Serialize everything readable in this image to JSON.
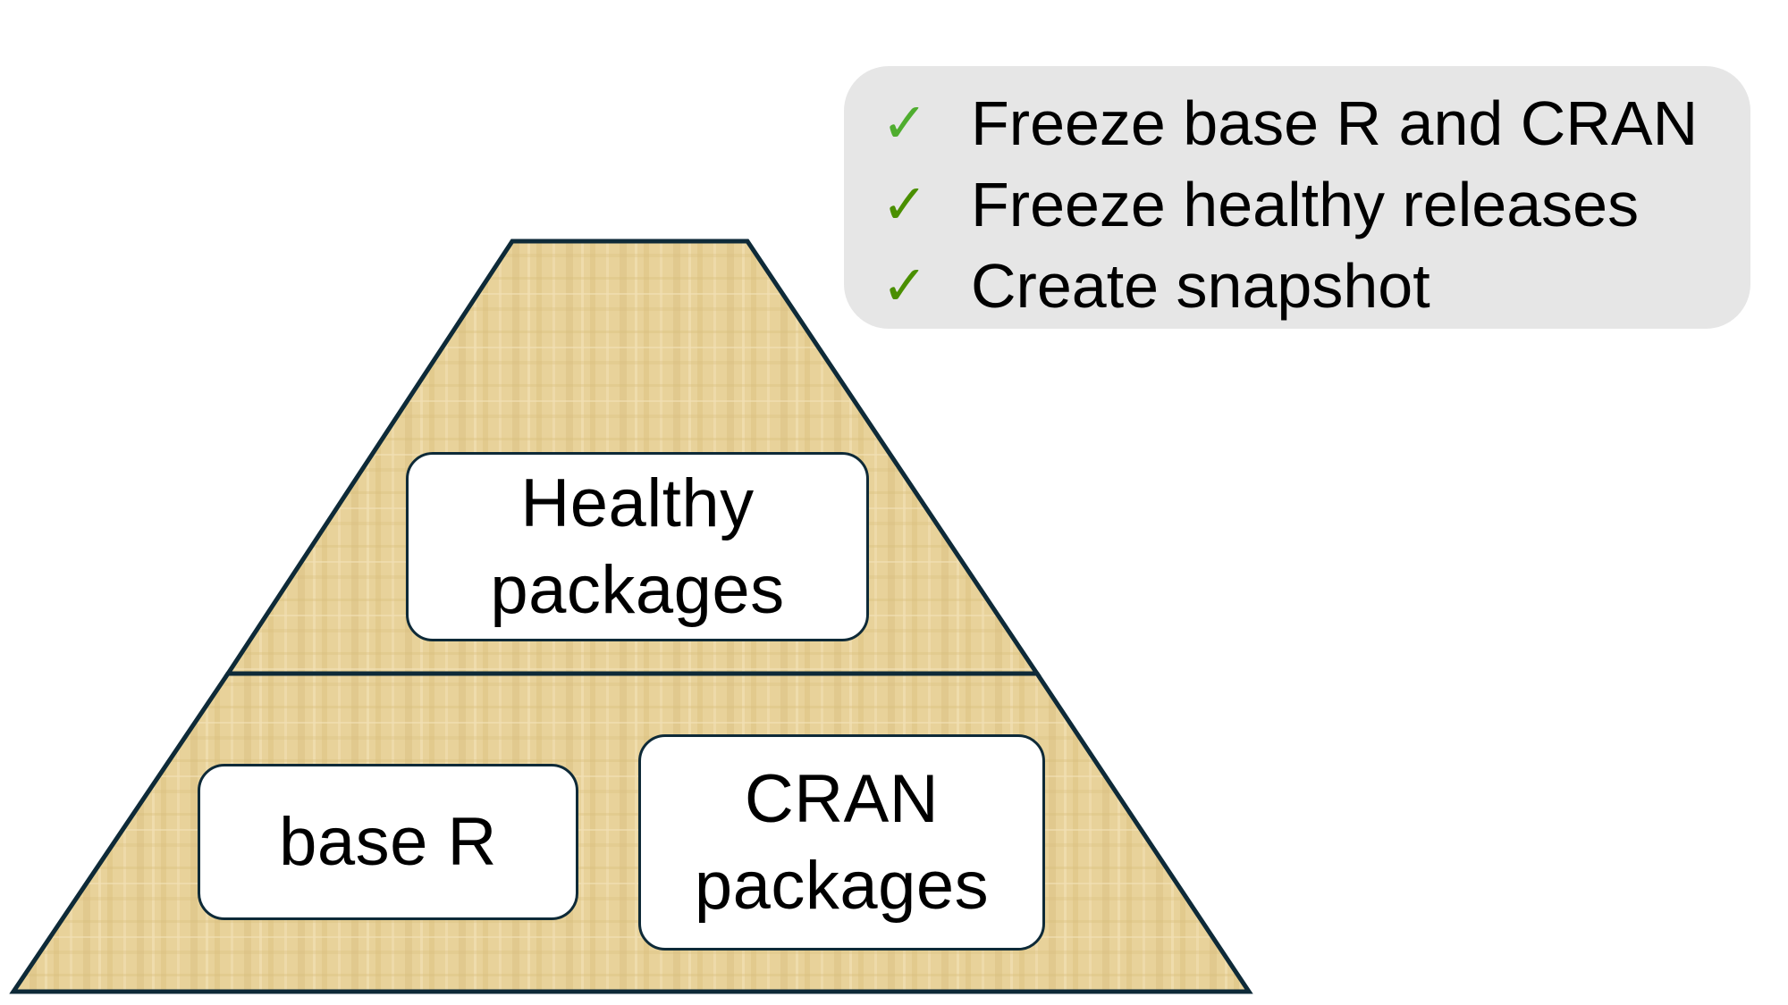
{
  "diagram": {
    "pyramid": {
      "fill_color": "#e8d29a",
      "outline_color": "#0e2a38",
      "tiers": [
        {
          "name": "top",
          "boxes": [
            {
              "id": "healthy",
              "lines": [
                "Healthy",
                "packages"
              ]
            }
          ]
        },
        {
          "name": "base",
          "boxes": [
            {
              "id": "baser",
              "lines": [
                "base R"
              ]
            },
            {
              "id": "cran",
              "lines": [
                "CRAN",
                "packages"
              ]
            }
          ]
        }
      ]
    },
    "checklist": {
      "background": "#e6e6e6",
      "items": [
        {
          "icon": "check-icon",
          "color": "#4fad2f",
          "text": "Freeze base R and CRAN"
        },
        {
          "icon": "check-icon",
          "color": "#4a8f00",
          "text": "Freeze healthy releases"
        },
        {
          "icon": "check-icon",
          "color": "#4a8f00",
          "text": "Create snapshot"
        }
      ]
    }
  }
}
